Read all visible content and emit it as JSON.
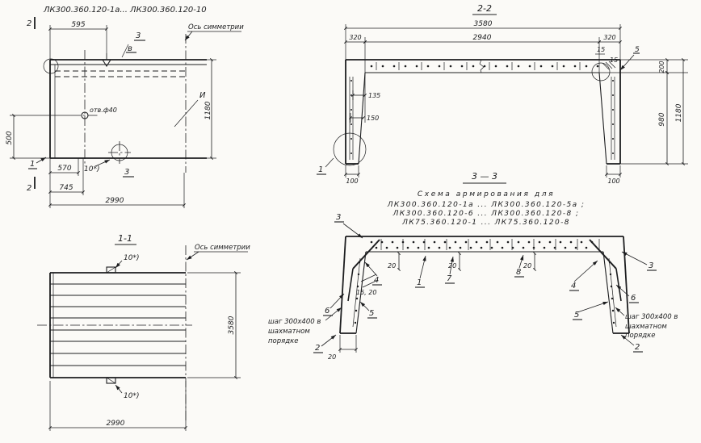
{
  "sheet": {
    "background": "#fbfaf7",
    "ink": "#1c1d1f"
  },
  "plan": {
    "title": "ЛК300.360.120-1а... ЛК300.360.120-10",
    "axis_label": "Ось симметрии",
    "hole_label": "отв.ф40",
    "note_10": "10*)",
    "dims": {
      "w595": "595",
      "h1180": "1180",
      "h500": "500",
      "w570": "570",
      "w745": "745",
      "w2990": "2990"
    },
    "marks": {
      "m1": "1",
      "m2": "2",
      "m3": "3",
      "mv": "в",
      "mn": "И"
    }
  },
  "sec22": {
    "title": "2-2",
    "dims": {
      "w3580": "3580",
      "w320": "320",
      "w2940": "2940",
      "d15": "15",
      "d5": "5",
      "d135": "135",
      "d150": "150",
      "d200": "200",
      "d980": "980",
      "h1180": "1180",
      "d100": "100"
    },
    "marks": {
      "m1": "1"
    }
  },
  "sec11": {
    "title": "1-1",
    "axis_label": "Ось симметрии",
    "note_10": "10*)",
    "dims": {
      "h3580": "3580",
      "w2990": "2990"
    }
  },
  "sec33": {
    "title": "3 — 3",
    "heading": "Схема армирования для",
    "items": [
      "ЛК300.360.120-1а ... ЛК300.360.120-5а ;",
      "ЛК300.360.120-6 ... ЛК300.360.120-8 ;",
      "ЛК75.360.120-1 ... ЛК75.360.120-8"
    ],
    "note_left": [
      "шаг 300х400 в",
      "шахматном",
      "порядке"
    ],
    "note_right": [
      "шаг 300х400 в",
      "шахматном",
      "порядке"
    ],
    "dims": {
      "d20": "20",
      "d15_20": "15, 20"
    },
    "marks": {
      "m1": "1",
      "m2": "2",
      "m3": "3",
      "m4": "4",
      "m5": "5",
      "m6": "6",
      "m7": "7",
      "m8": "8"
    }
  }
}
